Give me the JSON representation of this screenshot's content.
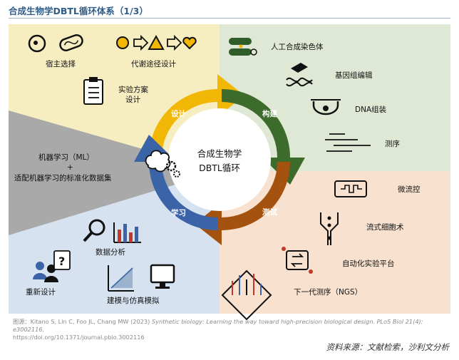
{
  "title": "合成生物学DBTL循环体系（1/3）",
  "center": {
    "line1": "合成生物学",
    "line2": "DBTL循环"
  },
  "phases": {
    "design": "设计",
    "build": "构建",
    "test": "测试",
    "learn": "学习"
  },
  "design_items": {
    "host": "宿主选择",
    "pathway": "代谢途径设计",
    "plan_line1": "实验方案",
    "plan_line2": "设计"
  },
  "build_items": {
    "chromosome": "人工合成染色体",
    "genome": "基因组编辑",
    "dna": "DNA组装",
    "sequencing": "测序"
  },
  "test_items": {
    "microfluidics": "微流控",
    "flow": "流式细胞术",
    "automation": "自动化实验平台",
    "ngs": "下一代测序（NGS）"
  },
  "learn_items": {
    "analysis": "数据分析",
    "redesign": "重新设计",
    "modeling": "建模与仿真模拟"
  },
  "ml": {
    "line1": "机器学习（ML）",
    "plus": "+",
    "line2": "适配机器学习的标准化数据集"
  },
  "credit": {
    "prefix": "图源：",
    "authors": "Kitano S, Lin C, Foo JL, Chang MW (2023) ",
    "article": "Synthetic biology: Learning the way toward high-precision biological design. PLoS Biol 21(4): e3002116.",
    "doi": "https://doi.org/10.1371/journal.pbio.3002116"
  },
  "source": "资料来源：文献检索，沙利文分析",
  "colors": {
    "design": "#f2b705",
    "build": "#3d6b2c",
    "test": "#a4520f",
    "learn": "#3a63a8",
    "bg_design": "#f6eec1",
    "bg_build": "#dfe8d4",
    "bg_test": "#f8e2cf",
    "bg_learn": "#d7e2f0",
    "bg_ml": "#a9a9a9"
  }
}
